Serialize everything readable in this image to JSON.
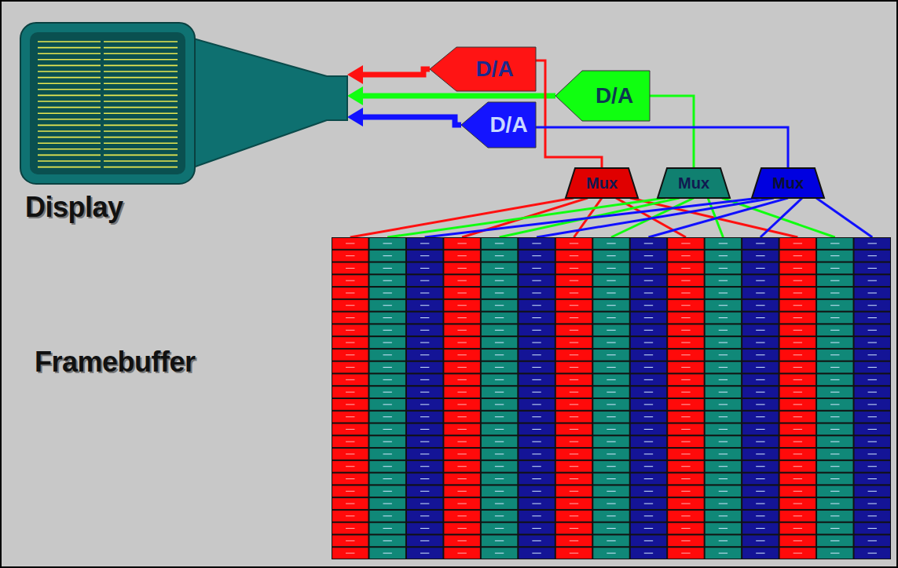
{
  "diagram": {
    "nodes": [
      {
        "text": [
          "Display"
        ]
      },
      {
        "text": [
          "D/A"
        ]
      },
      {
        "text": [
          "D/A"
        ]
      },
      {
        "text": [
          "D/A"
        ]
      },
      {
        "text": [
          "Mux"
        ]
      },
      {
        "text": [
          "Mux"
        ]
      },
      {
        "text": [
          "Mux"
        ]
      },
      {
        "text": [
          "Framebuffer"
        ]
      }
    ],
    "edges": [
      {
        "from": 1,
        "to": 0,
        "arrow": "to"
      },
      {
        "from": 2,
        "to": 0,
        "arrow": "to"
      },
      {
        "from": 3,
        "to": 0,
        "arrow": "to"
      },
      {
        "from": 4,
        "to": 1,
        "arrow": "none"
      },
      {
        "from": 5,
        "to": 2,
        "arrow": "none"
      },
      {
        "from": 6,
        "to": 3,
        "arrow": "none"
      },
      {
        "from": 7,
        "to": 4,
        "arrow": "none"
      },
      {
        "from": 7,
        "to": 5,
        "arrow": "none"
      },
      {
        "from": 7,
        "to": 6,
        "arrow": "none"
      }
    ]
  }
}
